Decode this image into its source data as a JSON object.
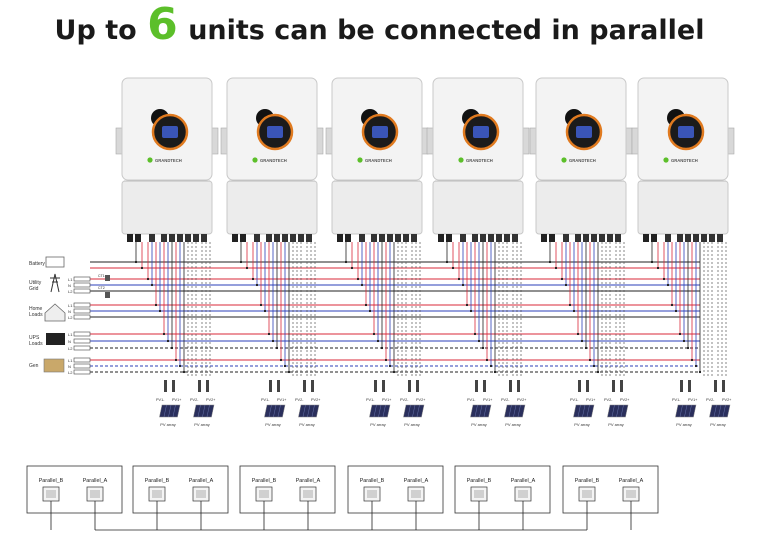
{
  "title": {
    "prefix": "Up to",
    "number": "6",
    "suffix": "units can be connected in parallel"
  },
  "colors": {
    "accent_green": "#5cbf2a",
    "wire_red": "#d9283a",
    "wire_blue": "#2b3fb8",
    "wire_black": "#222222"
  },
  "inverters": [
    {
      "brand": "GRANDTECH"
    },
    {
      "brand": "GRANDTECH"
    },
    {
      "brand": "GRANDTECH"
    },
    {
      "brand": "GRANDTECH"
    },
    {
      "brand": "GRANDTECH"
    },
    {
      "brand": "GRANDTECH"
    }
  ],
  "sources": [
    {
      "label": "Battery",
      "icon": "battery-icon"
    },
    {
      "label": "Utility Grid",
      "icon": "power-tower-icon"
    },
    {
      "label": "Home Loads",
      "icon": "house-icon"
    },
    {
      "label": "UPS Loads",
      "icon": "ups-loads-icon"
    },
    {
      "label": "Gen",
      "icon": "generator-icon"
    }
  ],
  "line_labels": {
    "l1": "L1",
    "n": "N",
    "l2": "L2",
    "ct1": "CT1",
    "ct2": "CT2"
  },
  "pv": {
    "pv1_minus": "PV1-",
    "pv1_plus": "PV1+",
    "pv2_minus": "PV2-",
    "pv2_plus": "PV2+",
    "array_label": "PV array"
  },
  "parallel_ports": {
    "b": "Parallel_B",
    "a": "Parallel_A"
  }
}
